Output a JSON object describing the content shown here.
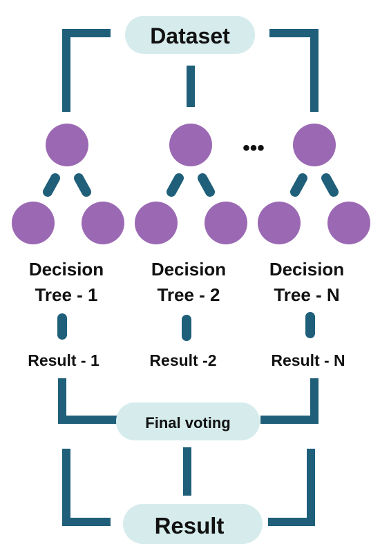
{
  "colors": {
    "line": "#1f5f7a",
    "node": "#9b69b3",
    "pill": "#d6ecec",
    "text": "#111111"
  },
  "top_pill": {
    "label": "Dataset"
  },
  "ellipsis": "•••",
  "trees": [
    {
      "label_line1": "Decision",
      "label_line2": "Tree - 1",
      "result": "Result - 1"
    },
    {
      "label_line1": "Decision",
      "label_line2": "Tree - 2",
      "result": "Result -2"
    },
    {
      "label_line1": "Decision",
      "label_line2": "Tree - N",
      "result": "Result - N"
    }
  ],
  "voting_pill": {
    "label": "Final voting"
  },
  "bottom_pill": {
    "label": "Result"
  },
  "icons": {
    "tree_node": "circle-node-icon"
  }
}
